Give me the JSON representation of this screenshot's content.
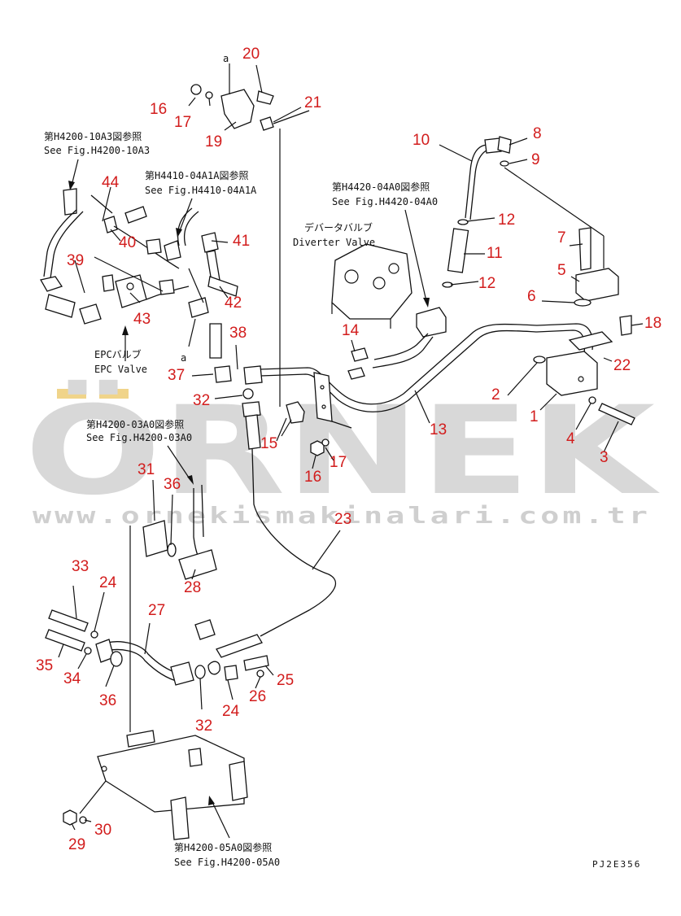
{
  "watermark": {
    "brand": "ÖRNEK",
    "url": "www.ornekismakinalari.com.tr"
  },
  "drawing_code": "PJ2E356",
  "callouts": [
    "1",
    "2",
    "3",
    "4",
    "5",
    "6",
    "7",
    "8",
    "9",
    "10",
    "11",
    "12",
    "13",
    "14",
    "15",
    "16",
    "17",
    "18",
    "19",
    "20",
    "21",
    "22",
    "23",
    "24",
    "25",
    "26",
    "27",
    "28",
    "29",
    "30",
    "31",
    "32",
    "33",
    "34",
    "35",
    "36",
    "37",
    "38",
    "39",
    "40",
    "41",
    "42",
    "43",
    "44"
  ],
  "labels": {
    "ref_10a3_jp": "第H4200-10A3図参照",
    "ref_10a3_en": "See Fig.H4200-10A3",
    "ref_4410_jp": "第H4410-04A1A図参照",
    "ref_4410_en": "See Fig.H4410-04A1A",
    "ref_4420_jp": "第H4420-04A0図参照",
    "ref_4420_en": "See Fig.H4420-04A0",
    "diverter_jp": "デバータバルブ",
    "diverter_en": "Diverter Valve",
    "epc_jp": "EPCバルブ",
    "epc_en": "EPC Valve",
    "ref_03a0_jp": "第H4200-03A0図参照",
    "ref_03a0_en": "See Fig.H4200-03A0",
    "ref_05a0_jp": "第H4200-05A0図参照",
    "ref_05a0_en": "See Fig.H4200-05A0",
    "letter_a_top": "a",
    "letter_a_mid": "a"
  }
}
